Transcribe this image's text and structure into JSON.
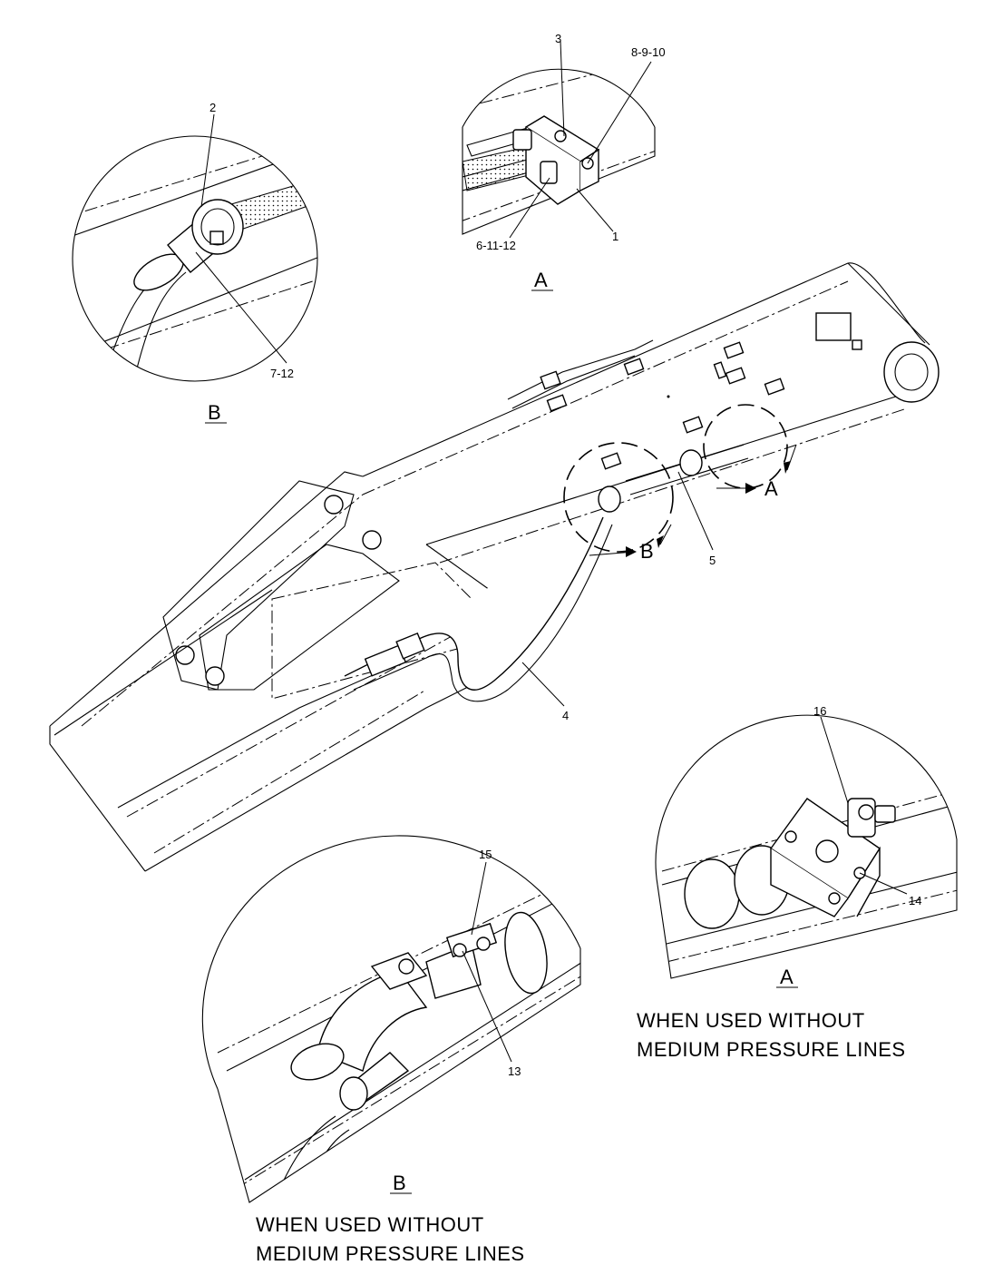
{
  "callouts": {
    "c3": "3",
    "c8910": "8-9-10",
    "c1": "1",
    "c61112": "6-11-12",
    "c2": "2",
    "c712": "7-12",
    "c5": "5",
    "c4": "4",
    "c16": "16",
    "c14": "14",
    "c15": "15",
    "c13": "13"
  },
  "views": {
    "detail_a_top": "A",
    "detail_b_top": "B",
    "arrow_a": "A",
    "arrow_b": "B",
    "detail_a_bottom": "A",
    "detail_b_bottom": "B"
  },
  "notes": {
    "a_line1": "WHEN  USED  WITHOUT",
    "a_line2": "MEDIUM  PRESSURE  LINES",
    "b_line1": "WHEN  USED  WITHOUT",
    "b_line2": "MEDIUM  PRESSURE  LINES"
  }
}
